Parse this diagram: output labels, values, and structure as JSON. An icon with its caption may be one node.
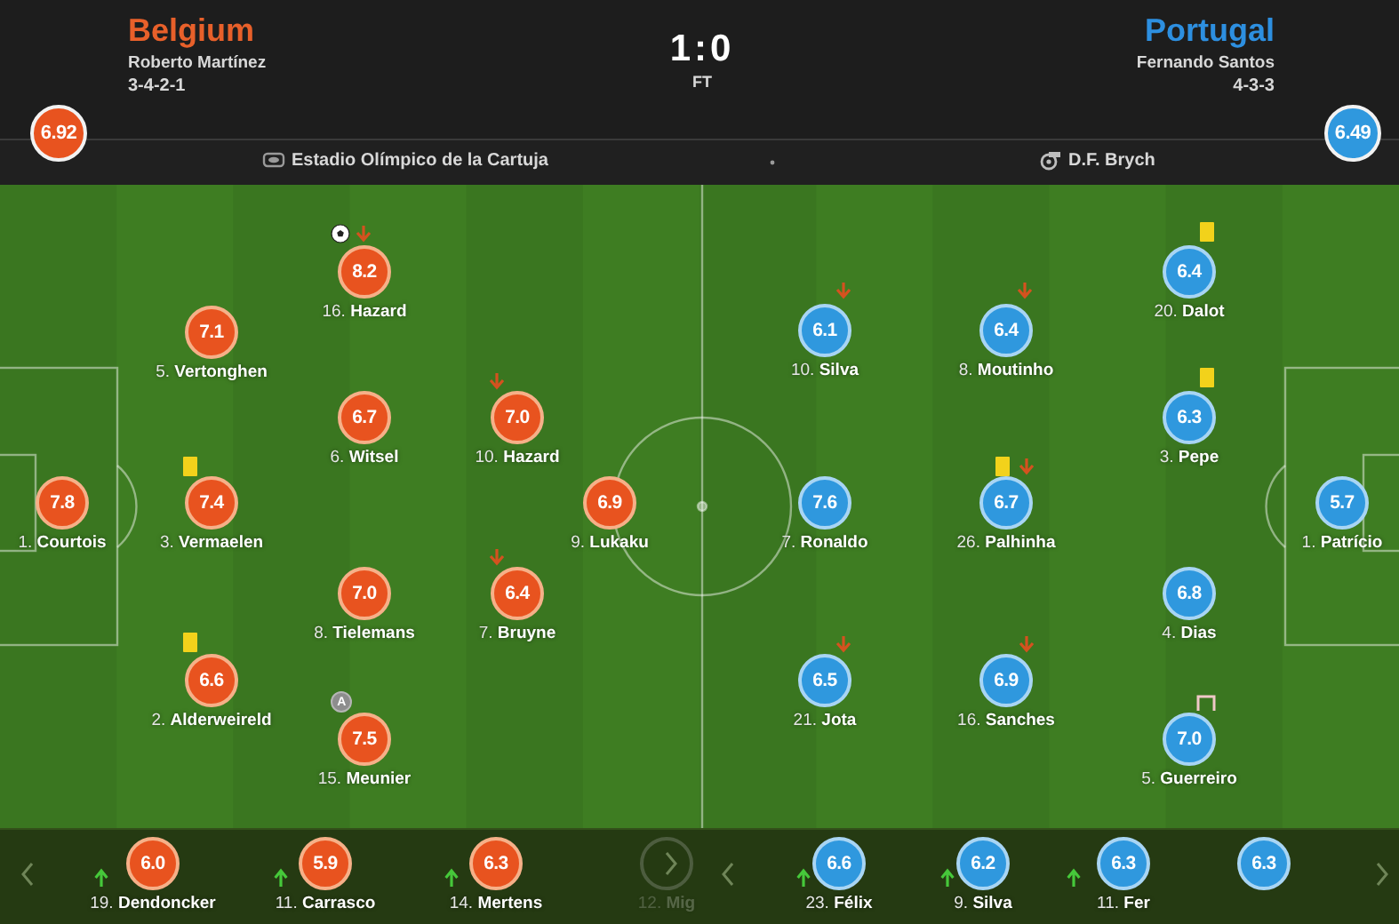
{
  "diagram": {
    "nodes": [
      {
        "text": [
          "6.92"
        ]
      },
      {
        "text": [
          "6.49"
        ]
      },
      {
        "text": [
          "8.2"
        ],
        "beside": [
          "16. **Hazard**"
        ]
      },
      {
        "text": [
          "7.1"
        ],
        "beside": [
          "5. **Vertonghen**"
        ]
      },
      {
        "text": [
          "6.7"
        ],
        "beside": [
          "6. **Witsel**"
        ]
      },
      {
        "text": [
          "7.0"
        ],
        "beside": [
          "10. **Hazard**"
        ]
      },
      {
        "text": [
          "7.8"
        ],
        "beside": [
          "1. **Courtois**"
        ]
      },
      {
        "text": [
          "7.4"
        ],
        "beside": [
          "3. **Vermaelen**"
        ]
      },
      {
        "text": [
          "6.9"
        ],
        "beside": [
          "9. **Lukaku**"
        ]
      },
      {
        "text": [
          "7.0"
        ],
        "beside": [
          "8. **Tielemans**"
        ]
      },
      {
        "text": [
          "6.4"
        ],
        "beside": [
          "7. **Bruyne**"
        ]
      },
      {
        "text": [
          "6.6"
        ],
        "beside": [
          "2. **Alderweireld**"
        ]
      },
      {
        "text": [
          "A"
        ]
      },
      {
        "text": [
          "7.5"
        ],
        "beside": [
          "15. **Meunier**"
        ]
      },
      {
        "text": [
          "6.4"
        ],
        "beside": [
          "20. **Dalot**"
        ]
      },
      {
        "text": [
          "6.1"
        ],
        "beside": [
          "10. **Silva**"
        ]
      },
      {
        "text": [
          "6.4"
        ],
        "beside": [
          "8. **Moutinho**"
        ]
      },
      {
        "text": [
          "6.3"
        ],
        "beside": [
          "3. **Pepe**"
        ]
      },
      {
        "text": [
          "7.6"
        ],
        "beside": [
          "7. **Ronaldo**"
        ]
      },
      {
        "text": [
          "6.7"
        ],
        "beside": [
          "26. **Palhinha**"
        ]
      },
      {
        "text": [
          "5.7"
        ],
        "beside": [
          "1. **Patrício**"
        ]
      },
      {
        "text": [
          "6.8"
        ],
        "beside": [
          "4. **Dias**"
        ]
      },
      {
        "text": [
          "6.5"
        ],
        "beside": [
          "21. **Jota**"
        ]
      },
      {
        "text": [
          "6.9"
        ],
        "beside": [
          "16. **Sanches**"
        ]
      },
      {
        "text": [
          "7.0"
        ],
        "beside": [
          "5. **Guerreiro**"
        ]
      },
      {
        "text": [
          "6.0"
        ],
        "beside": [
          "19. **Dendoncker**"
        ]
      },
      {
        "text": [
          "5.9"
        ],
        "beside": [
          "11. **Carrasco**"
        ]
      },
      {
        "text": [
          "6.3"
        ],
        "beside": [
          "14. **Mertens**"
        ]
      },
      {
        "text": [],
        "shape": "circle",
        "beside": [
          "12. **Mig**"
        ]
      },
      {
        "text": [
          "6.6"
        ],
        "beside": [
          "23. **Félix**"
        ]
      },
      {
        "text": [
          "6.2"
        ],
        "beside": [
          "9. **Silva**"
        ]
      },
      {
        "text": [
          "6.3"
        ],
        "beside": [
          "11. **Fer**"
        ]
      },
      {
        "text": [
          "6.3"
        ]
      }
    ],
    "labels": [
      "Belgium",
      "Roberto Martínez",
      "3-4-2-1",
      "1:0",
      "FT",
      "Portugal",
      "Fernando Santos",
      "4-3-3",
      "Estadio Olímpico de la Cartuja",
      "D.F. Brych"
    ]
  }
}
